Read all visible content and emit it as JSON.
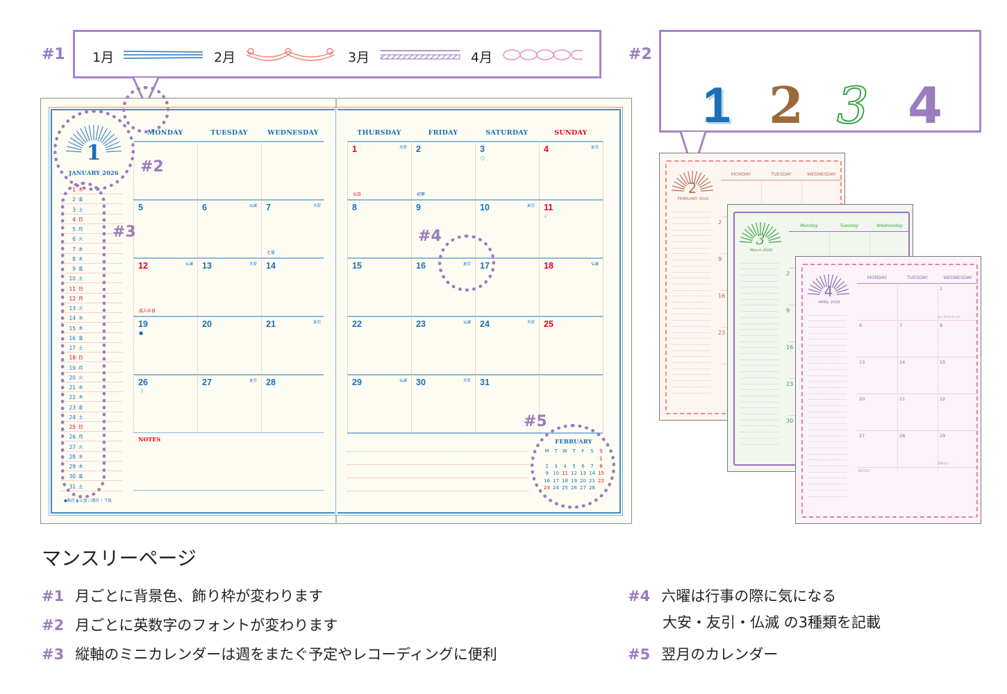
{
  "callout1": {
    "tag": "#1",
    "months": [
      "1月",
      "2月",
      "3月",
      "4月"
    ]
  },
  "callout2": {
    "tag": "#2",
    "digits": [
      "1",
      "2",
      "3",
      "4"
    ]
  },
  "tags": {
    "t2": "#2",
    "t3": "#3",
    "t4": "#4",
    "t5": "#5"
  },
  "colors": {
    "blue": "#1a6fb5",
    "red": "#e6001f",
    "annotation": "#9b7bbd"
  },
  "january": {
    "month_number": "1",
    "month_label": "JANUARY 2026",
    "weekdays": [
      "MONDAY",
      "TUESDAY",
      "WEDNESDAY",
      "THURSDAY",
      "FRIDAY",
      "SATURDAY",
      "SUNDAY"
    ],
    "weeks": [
      [
        null,
        null,
        null,
        {
          "d": "1",
          "r": "大安",
          "h": "元日",
          "red": true
        },
        {
          "d": "2",
          "h": "初夢"
        },
        {
          "d": "3",
          "m": "○"
        },
        {
          "d": "4",
          "r": "友引",
          "red": true
        }
      ],
      [
        {
          "d": "5"
        },
        {
          "d": "6",
          "r": "仏滅"
        },
        {
          "d": "7",
          "r": "大安",
          "h": "七草"
        },
        {
          "d": "8"
        },
        {
          "d": "9"
        },
        {
          "d": "10",
          "r": "友引"
        },
        {
          "d": "11",
          "m": "☾",
          "red": true
        }
      ],
      [
        {
          "d": "12",
          "r": "仏滅",
          "h": "成人の日",
          "red": true
        },
        {
          "d": "13",
          "r": "大安"
        },
        {
          "d": "14"
        },
        {
          "d": "15"
        },
        {
          "d": "16",
          "r": "友引"
        },
        {
          "d": "17"
        },
        {
          "d": "18",
          "r": "仏滅",
          "red": true
        }
      ],
      [
        {
          "d": "19",
          "m": "●"
        },
        {
          "d": "20"
        },
        {
          "d": "21",
          "r": "友引"
        },
        {
          "d": "22"
        },
        {
          "d": "23",
          "r": "仏滅"
        },
        {
          "d": "24",
          "r": "大安"
        },
        {
          "d": "25",
          "red": true
        }
      ],
      [
        {
          "d": "26",
          "m": "☽"
        },
        {
          "d": "27",
          "r": "友引"
        },
        {
          "d": "28"
        },
        {
          "d": "29",
          "r": "仏滅"
        },
        {
          "d": "30",
          "r": "大安"
        },
        {
          "d": "31"
        },
        null
      ]
    ],
    "mini_days": [
      [
        "1",
        "木",
        1
      ],
      [
        "2",
        "金"
      ],
      [
        "3",
        "土"
      ],
      [
        "4",
        "日",
        1
      ],
      [
        "5",
        "月"
      ],
      [
        "6",
        "火"
      ],
      [
        "7",
        "水"
      ],
      [
        "8",
        "木"
      ],
      [
        "9",
        "金"
      ],
      [
        "10",
        "土"
      ],
      [
        "11",
        "日",
        1
      ],
      [
        "12",
        "月",
        1
      ],
      [
        "13",
        "火"
      ],
      [
        "14",
        "水"
      ],
      [
        "15",
        "木"
      ],
      [
        "16",
        "金"
      ],
      [
        "17",
        "土"
      ],
      [
        "18",
        "日",
        1
      ],
      [
        "19",
        "月"
      ],
      [
        "20",
        "火"
      ],
      [
        "21",
        "水"
      ],
      [
        "22",
        "木"
      ],
      [
        "23",
        "金"
      ],
      [
        "24",
        "土"
      ],
      [
        "25",
        "日",
        1
      ],
      [
        "26",
        "月"
      ],
      [
        "27",
        "火"
      ],
      [
        "28",
        "水"
      ],
      [
        "29",
        "木"
      ],
      [
        "30",
        "金"
      ],
      [
        "31",
        "土"
      ]
    ],
    "moon_legend": "●新月 ◐上弦 ○満月 ☾下弦",
    "notes_label": "NOTES"
  },
  "next_month": {
    "title": "FEBRUARY",
    "weekday_initials": [
      "M",
      "T",
      "W",
      "T",
      "F",
      "S",
      "S"
    ],
    "rows": [
      [
        "",
        "",
        "",
        "",
        "",
        "",
        "1"
      ],
      [
        "2",
        "3",
        "4",
        "5",
        "6",
        "7",
        "8"
      ],
      [
        "9",
        "10",
        "11",
        "12",
        "13",
        "14",
        "15"
      ],
      [
        "16",
        "17",
        "18",
        "19",
        "20",
        "21",
        "22"
      ],
      [
        "23",
        "24",
        "25",
        "26",
        "27",
        "28",
        ""
      ]
    ],
    "red_days": [
      "1",
      "8",
      "11",
      "15",
      "22",
      "23"
    ]
  },
  "sample_pages": [
    {
      "number": "2",
      "label": "FEBRUARY 2026",
      "headers": [
        "MONDAY",
        "TUESDAY",
        "WEDNESDAY"
      ],
      "color": "#b5704f",
      "frame": "#f08a80",
      "bg": "#fdf5f1",
      "dates": [
        "2",
        "9",
        "16",
        "23"
      ]
    },
    {
      "number": "3",
      "label": "March 2026",
      "headers": [
        "Monday",
        "Tuesday",
        "Wednesday"
      ],
      "color": "#3aa547",
      "frame": "#9b6fbf",
      "bg": "#f1f6ee",
      "dates": [
        "2",
        "9",
        "16",
        "23",
        "30"
      ]
    },
    {
      "number": "4",
      "label": "APRIL 2026",
      "headers": [
        "MONDAY",
        "TUESDAY",
        "WEDNESDAY"
      ],
      "color": "#8c6bb5",
      "frame": "#e77bb4",
      "bg": "#fbf3f8",
      "dates": [
        "1",
        "6",
        "7",
        "8",
        "13",
        "14",
        "15",
        "20",
        "21",
        "22",
        "27",
        "28",
        "29"
      ],
      "notes": "NOTES",
      "events": [
        "エイプリルフール",
        "昭和の日"
      ]
    }
  ],
  "description": {
    "title": "マンスリーページ",
    "items": [
      {
        "tag": "#1",
        "text": "月ごとに背景色、飾り枠が変わります"
      },
      {
        "tag": "#2",
        "text": "月ごとに英数字のフォントが変わります"
      },
      {
        "tag": "#3",
        "text": "縦軸のミニカレンダーは週をまたぐ予定やレコーディングに便利"
      },
      {
        "tag": "#4",
        "text": "六曜は行事の際に気になる",
        "text2": "大安・友引・仏滅 の3種類を記載"
      },
      {
        "tag": "#5",
        "text": "翌月のカレンダー"
      }
    ]
  }
}
